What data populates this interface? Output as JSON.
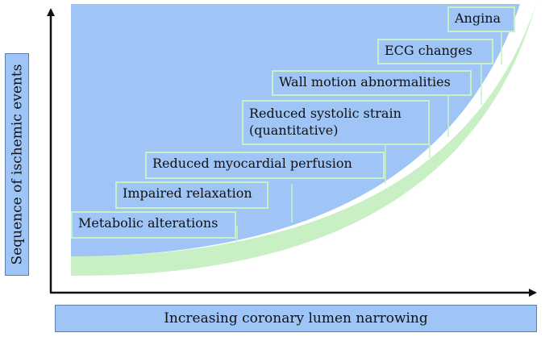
{
  "y_axis_label": "Sequence of ischemic events",
  "x_axis_label": "Increasing coronary lumen narrowing",
  "steps": [
    {
      "label": "Metabolic alterations"
    },
    {
      "label": "Impaired relaxation"
    },
    {
      "label": "Reduced myocardial perfusion"
    },
    {
      "label": "Reduced systolic strain\n(quantitative)"
    },
    {
      "label": "Wall motion abnormalities"
    },
    {
      "label": "ECG changes"
    },
    {
      "label": "Angina"
    }
  ],
  "colors": {
    "fill": "#9ec5f5",
    "curve_band": "#c8f0c4",
    "axis": "#111111"
  }
}
